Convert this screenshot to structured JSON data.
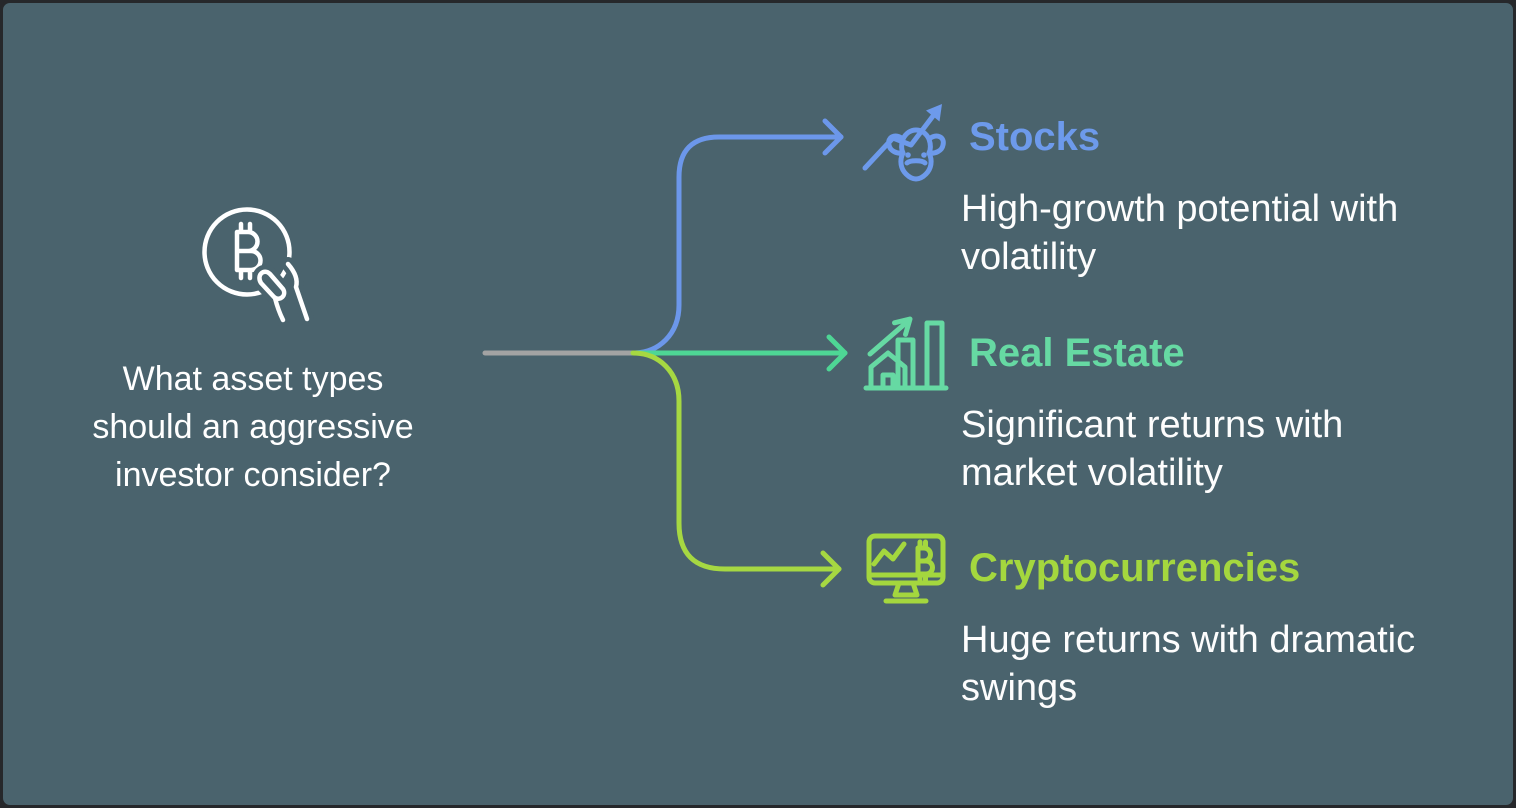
{
  "canvas": {
    "background_color": "#4a636d",
    "border_color": "#26282b"
  },
  "root": {
    "question": "What asset types\nshould an aggressive\ninvestor consider?",
    "icon": "bitcoin-hand-icon",
    "text_color": "#ffffff"
  },
  "connectors": {
    "trunk_color": "#a3a3a3",
    "arrow_style": "chevron"
  },
  "branches": [
    {
      "label": "Stocks",
      "description": "High-growth potential with\nvolatility",
      "color": "#6d9aeb",
      "line_color": "#6c97ea",
      "icon": "bull-trend-icon"
    },
    {
      "label": "Real Estate",
      "description": "Significant returns with\nmarket volatility",
      "color": "#66d9a3",
      "line_color": "#4ed695",
      "icon": "house-growth-icon"
    },
    {
      "label": "Cryptocurrencies",
      "description": "Huge returns with dramatic\nswings",
      "color": "#a4d73e",
      "line_color": "#a6d842",
      "icon": "crypto-monitor-icon"
    }
  ]
}
